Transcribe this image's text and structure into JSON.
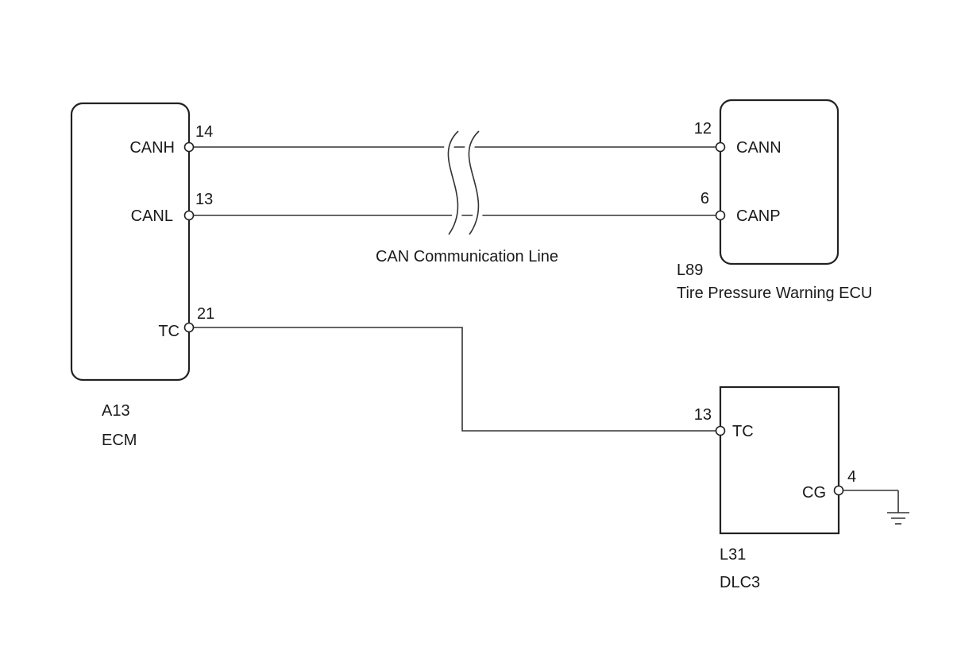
{
  "ecm": {
    "code": "A13",
    "name": "ECM",
    "pins": {
      "canh": {
        "label": "CANH",
        "number": "14"
      },
      "canl": {
        "label": "CANL",
        "number": "13"
      },
      "tc": {
        "label": "TC",
        "number": "21"
      }
    }
  },
  "tpw_ecu": {
    "code": "L89",
    "name": "Tire Pressure Warning ECU",
    "pins": {
      "cann": {
        "label": "CANN",
        "number": "12"
      },
      "canp": {
        "label": "CANP",
        "number": "6"
      }
    }
  },
  "dlc3": {
    "code": "L31",
    "name": "DLC3",
    "pins": {
      "tc": {
        "label": "TC",
        "number": "13"
      },
      "cg": {
        "label": "CG",
        "number": "4"
      }
    }
  },
  "can_line_label": "CAN Communication Line",
  "colors": {
    "line": "#333333",
    "text": "#1a1a1a",
    "background": "#ffffff"
  }
}
